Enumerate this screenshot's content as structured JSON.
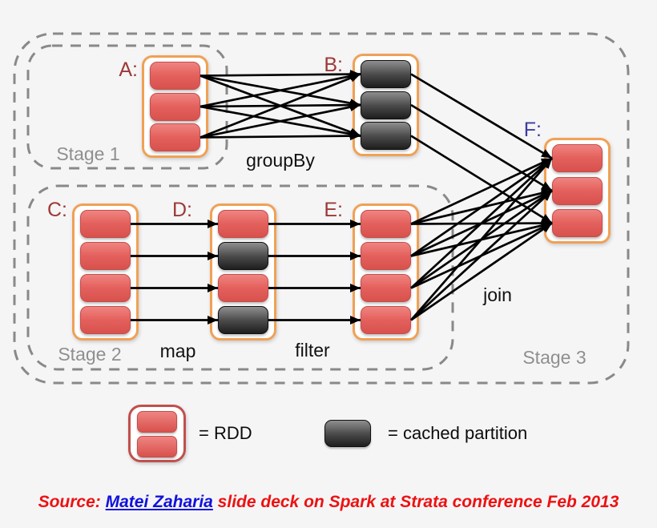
{
  "diagram": {
    "stage_labels": {
      "stage1": "Stage 1",
      "stage2": "Stage 2",
      "stage3": "Stage 3"
    },
    "rdd_labels": {
      "A": "A:",
      "B": "B:",
      "C": "C:",
      "D": "D:",
      "E": "E:",
      "F": "F:"
    },
    "operations": {
      "groupBy": "groupBy",
      "map": "map",
      "filter": "filter",
      "join": "join"
    },
    "rdds": [
      {
        "id": "A",
        "partitions": [
          "rdd",
          "rdd",
          "rdd"
        ]
      },
      {
        "id": "B",
        "partitions": [
          "cached",
          "cached",
          "cached"
        ]
      },
      {
        "id": "C",
        "partitions": [
          "rdd",
          "rdd",
          "rdd",
          "rdd"
        ]
      },
      {
        "id": "D",
        "partitions": [
          "rdd",
          "cached",
          "rdd",
          "cached"
        ]
      },
      {
        "id": "E",
        "partitions": [
          "rdd",
          "rdd",
          "rdd",
          "rdd"
        ]
      },
      {
        "id": "F",
        "partitions": [
          "rdd",
          "rdd",
          "rdd"
        ]
      }
    ],
    "edges": [
      {
        "from": "A",
        "to": "B",
        "type": "all-to-all",
        "operation": "groupBy"
      },
      {
        "from": "C",
        "to": "D",
        "type": "one-to-one",
        "operation": "map"
      },
      {
        "from": "D",
        "to": "E",
        "type": "one-to-one",
        "operation": "filter"
      },
      {
        "from": "B",
        "to": "F",
        "type": "one-to-one",
        "operation": "join"
      },
      {
        "from": "E",
        "to": "F",
        "type": "all-to-all",
        "operation": "join"
      }
    ],
    "colors": {
      "background": "#f5f5f6",
      "container_border": "#f0a155",
      "legend_border": "#c0504d",
      "partition_red": "#d8514d",
      "partition_red_light": "#ef8481",
      "partition_dark": "#1e1e1e",
      "partition_dark_light": "#8f8f8f",
      "label_red": "#9d3936",
      "label_blue": "#3c3c9e",
      "stage_gray": "#8f8f8f",
      "arrow": "#000000",
      "source_red": "#ee1111",
      "link_blue": "#1111dd"
    }
  },
  "legend": {
    "rdd_label": "= RDD",
    "cached_label": "= cached partition"
  },
  "source": {
    "prefix": "Source: ",
    "link": "Matei Zaharia",
    "suffix": " slide deck on Spark at Strata conference Feb 2013"
  }
}
